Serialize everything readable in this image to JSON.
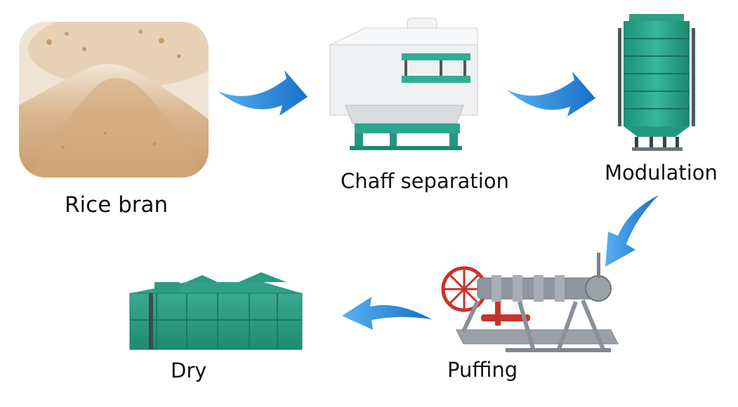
{
  "diagram": {
    "steps": [
      {
        "id": "rice-bran",
        "label": "Rice bran"
      },
      {
        "id": "chaff-separation",
        "label": "Chaff separation"
      },
      {
        "id": "modulation",
        "label": "Modulation"
      },
      {
        "id": "puffing",
        "label": "Puffing"
      },
      {
        "id": "dry",
        "label": "Dry"
      }
    ],
    "colors": {
      "arrow": "#1f7fd6",
      "machine_teal": "#2aa88f",
      "machine_white": "#f2f3f4",
      "bran": "#d9b48c",
      "extruder_red": "#c8322a",
      "extruder_gray": "#8f969d"
    }
  }
}
